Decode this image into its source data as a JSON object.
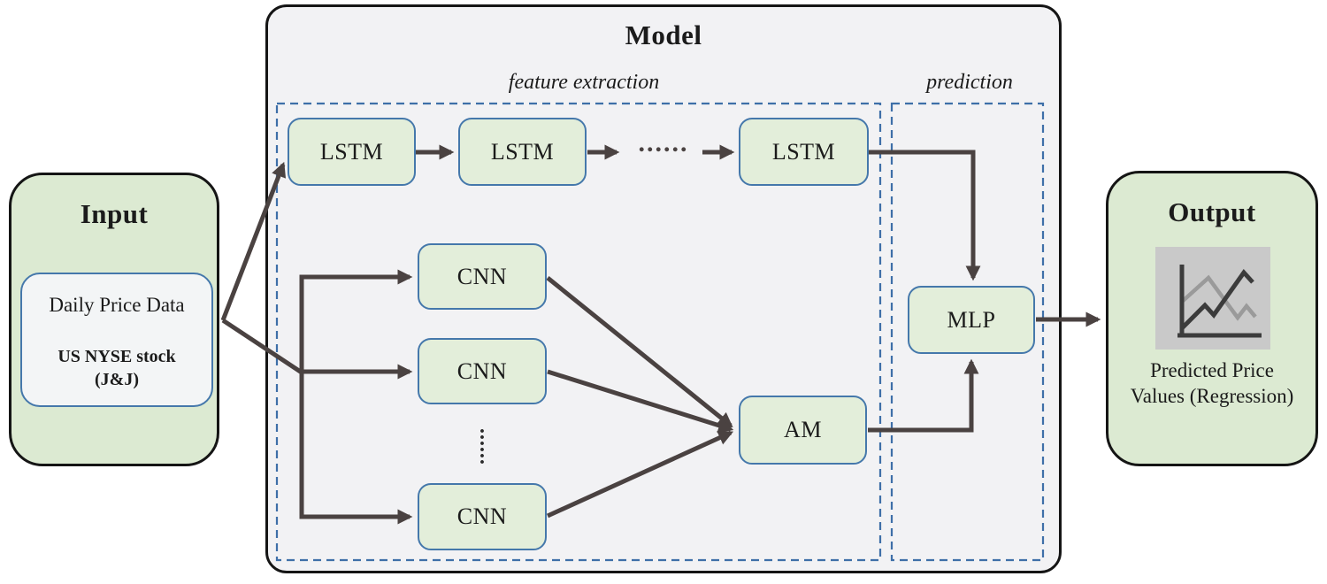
{
  "colors": {
    "canvas-bg": "#ffffff",
    "model-fill": "#f2f2f4",
    "model-border": "#151515",
    "green-fill": "#dcead2",
    "node-fill": "#e3eeda",
    "node-border": "#4578ab",
    "data-box-fill": "#f3f5f6",
    "dashed-border": "#3e6fa8",
    "arrow": "#4a4241",
    "text": "#1b1b1b",
    "icon-bg": "#c9c9c9",
    "icon-line-dark": "#3c3c3c",
    "icon-line-gray": "#9a9a9a"
  },
  "input": {
    "title": "Input",
    "data_box": {
      "line1": "Daily Price Data",
      "line2": "US NYSE stock",
      "line3": "(J&J)"
    }
  },
  "model": {
    "title": "Model",
    "sections": {
      "feature_extraction": "feature extraction",
      "prediction": "prediction"
    },
    "nodes": {
      "lstm1": "LSTM",
      "lstm2": "LSTM",
      "lstm3": "LSTM",
      "cnn1": "CNN",
      "cnn2": "CNN",
      "cnn3": "CNN",
      "am": "AM",
      "mlp": "MLP"
    },
    "ellipsis_horizontal": "......",
    "ellipsis_vertical": "......"
  },
  "output": {
    "title": "Output",
    "icon": "line-chart-icon",
    "caption_line1": "Predicted Price",
    "caption_line2": "Values (Regression)"
  }
}
